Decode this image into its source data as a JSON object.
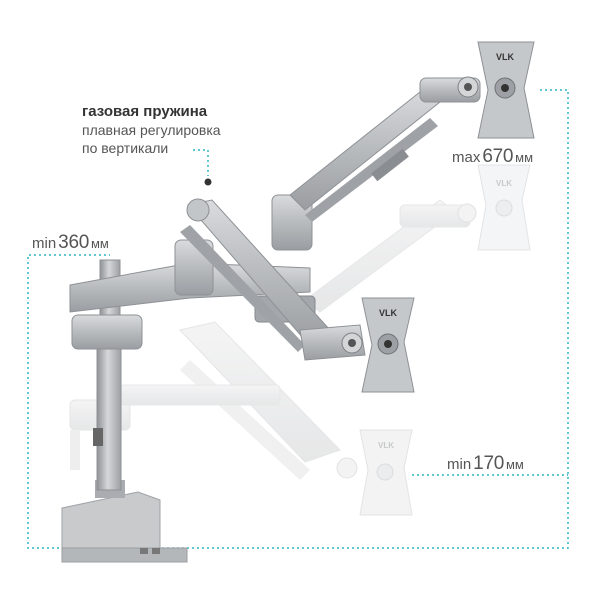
{
  "annotation": {
    "title": "газовая пружина",
    "line1": "плавная регулировка",
    "line2": "по вертикали"
  },
  "dimensions": {
    "max": {
      "prefix": "max",
      "value": "670",
      "unit": "мм"
    },
    "min_left": {
      "prefix": "min",
      "value": "360",
      "unit": "мм"
    },
    "min_right": {
      "prefix": "min",
      "value": "170",
      "unit": "мм"
    }
  },
  "brand": "VLK",
  "colors": {
    "dim_line": "#2bb6c4",
    "arm_silver": "#b9bcbf",
    "arm_light": "#d6d8da",
    "arm_dark": "#8d9094",
    "ghost": "#e9eaeb"
  }
}
